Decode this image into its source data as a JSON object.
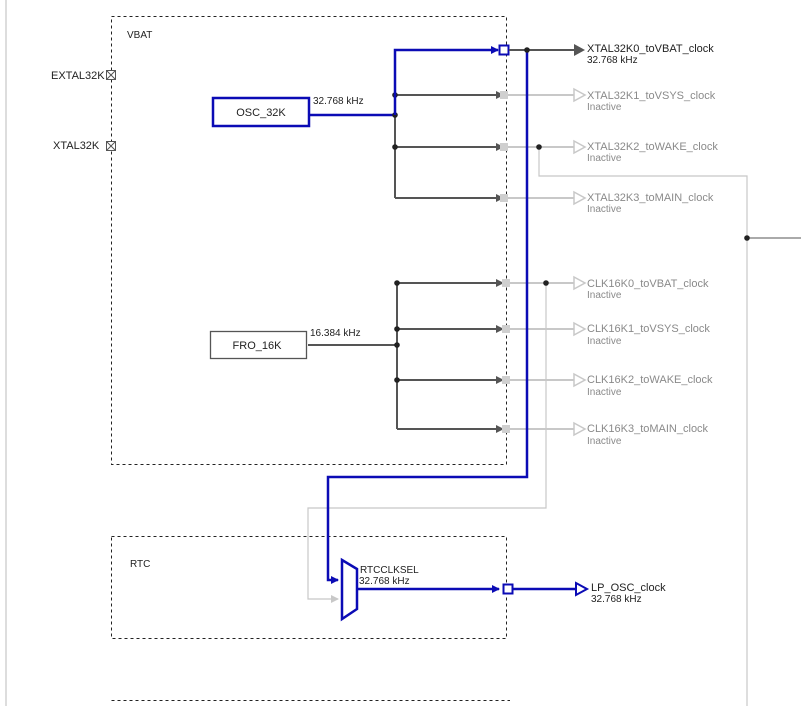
{
  "groups": {
    "vbat": "VBAT",
    "rtc": "RTC"
  },
  "pins": {
    "extal": "EXTAL32K",
    "xtal": "XTAL32K"
  },
  "sources": {
    "osc_32k": {
      "label": "OSC_32K",
      "freq": "32.768 kHz"
    },
    "fro_16k": {
      "label": "FRO_16K",
      "freq": "16.384 kHz"
    }
  },
  "outputs": [
    {
      "name": "XTAL32K0_toVBAT_clock",
      "value": "32.768 kHz",
      "active": true
    },
    {
      "name": "XTAL32K1_toVSYS_clock",
      "value": "Inactive",
      "active": false
    },
    {
      "name": "XTAL32K2_toWAKE_clock",
      "value": "Inactive",
      "active": false
    },
    {
      "name": "XTAL32K3_toMAIN_clock",
      "value": "Inactive",
      "active": false
    },
    {
      "name": "CLK16K0_toVBAT_clock",
      "value": "Inactive",
      "active": false
    },
    {
      "name": "CLK16K1_toVSYS_clock",
      "value": "Inactive",
      "active": false
    },
    {
      "name": "CLK16K2_toWAKE_clock",
      "value": "Inactive",
      "active": false
    },
    {
      "name": "CLK16K3_toMAIN_clock",
      "value": "Inactive",
      "active": false
    }
  ],
  "mux": {
    "label": "RTCCLKSEL",
    "freq": "32.768 kHz"
  },
  "lp_osc": {
    "name": "LP_OSC_clock",
    "value": "32.768 kHz"
  },
  "colors": {
    "active": "#0b0bb5",
    "path": "#555555",
    "inactive": "#c8c8c8",
    "border": "#333333"
  }
}
